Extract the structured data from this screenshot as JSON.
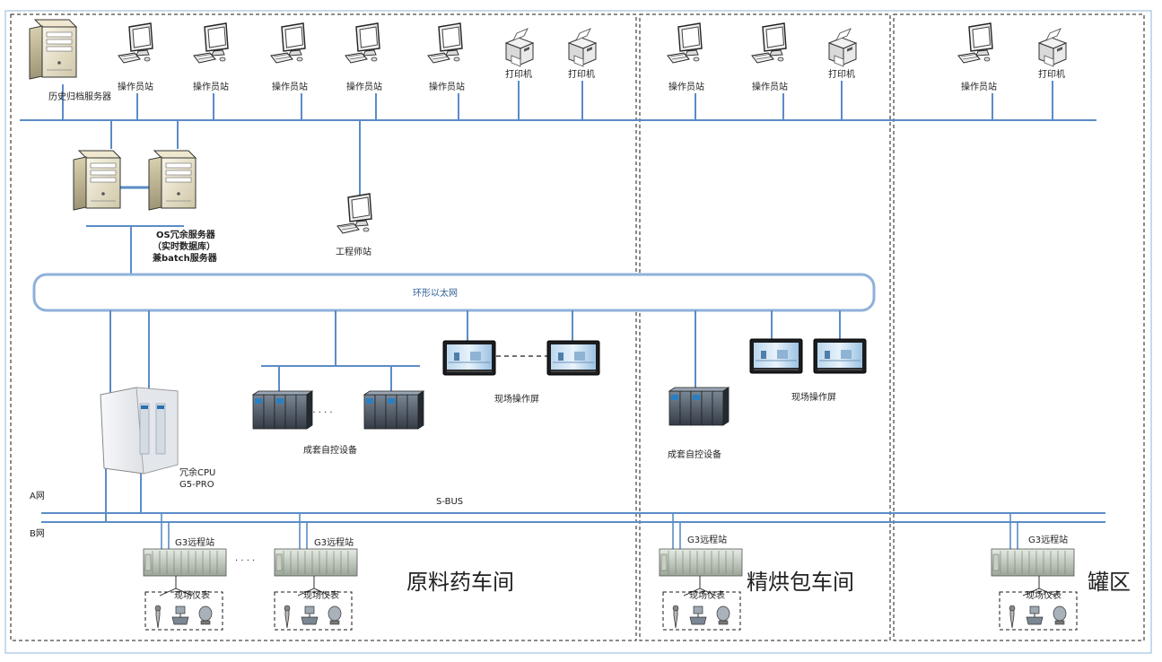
{
  "labels": {
    "history_server": "历史归档服务器",
    "operator_station": "操作员站",
    "printer": "打印机",
    "os_server_line1": "OS冗余服务器",
    "os_server_line2": "（实时数据库）",
    "os_server_line3": "兼batch服务器",
    "engineer_station": "工程师站",
    "ring_ethernet": "环形以太网",
    "field_panel": "现场操作屏",
    "package_control": "成套自控设备",
    "redundant_cpu_line1": "冗余CPU",
    "redundant_cpu_line2": "G5-PRO",
    "net_a": "A网",
    "net_b": "B网",
    "sbus": "S-BUS",
    "remote_station": "G3远程站",
    "field_instruments": "现场仪表",
    "dots": ". . . . .",
    "dots_short": ". . . ."
  },
  "areas": {
    "area1": "原料药车间",
    "area2": "精烘包车间",
    "area3": "罐区"
  },
  "colors": {
    "bus_line": "#5b8cc6",
    "ring_stroke": "#8eb1da",
    "frame": "#1a1a1a"
  }
}
